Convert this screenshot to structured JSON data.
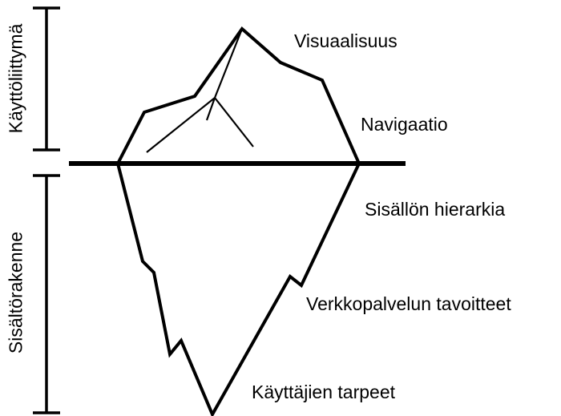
{
  "bracket_labels": {
    "top": "Käyttöliittymä",
    "bottom": "Sisältörakenne"
  },
  "layers": [
    "Visuaalisuus",
    "Navigaatio",
    "Sisällön hierarkia",
    "Verkkopalvelun tavoitteet",
    "Käyttäjien tarpeet"
  ],
  "colors": {
    "ink": "#000000",
    "background": "#ffffff"
  }
}
